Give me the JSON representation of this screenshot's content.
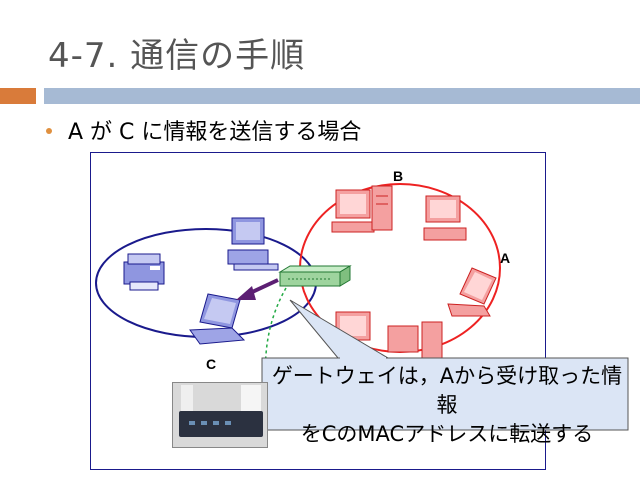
{
  "slide": {
    "title": "4-7. 通信の手順",
    "bullet": "A が C に情報を送信する場合"
  },
  "diagram": {
    "labels": {
      "b": "B",
      "a": "A",
      "c": "C"
    },
    "callout_line1": "ゲートウェイは，Aから受け取った情報",
    "callout_line2": "をCのMACアドレスに転送する"
  },
  "colors": {
    "title_text": "#555555",
    "accent_orange": "#d97b3a",
    "accent_blue": "#a6bad4",
    "network_blue": "#1a1a8c",
    "network_red": "#ee2222",
    "arrow_purple": "#5c1f73",
    "gateway_green": "#22aa44",
    "callout_fill": "#dbe5f5"
  }
}
